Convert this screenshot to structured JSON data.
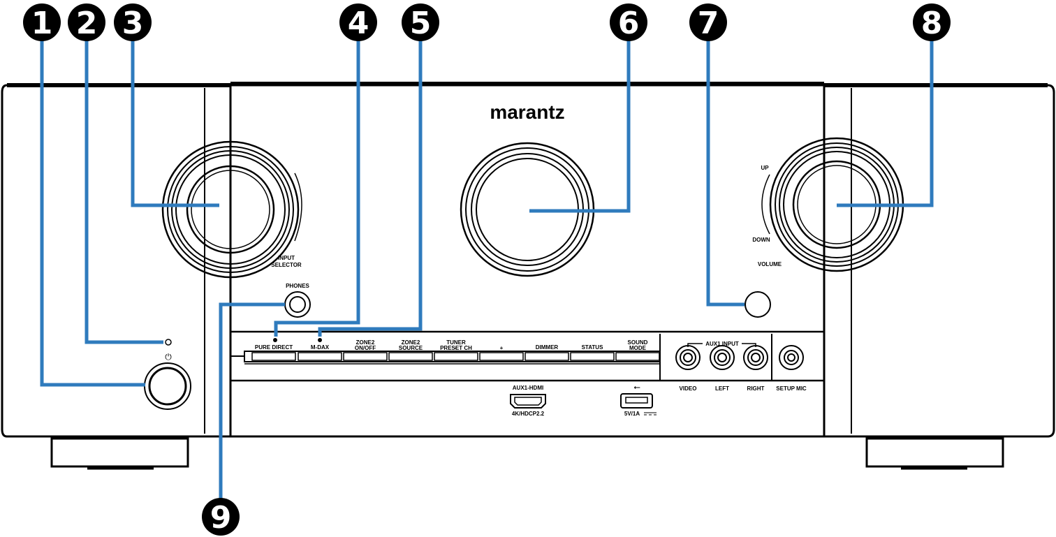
{
  "brand": "marantz",
  "labels": {
    "input_selector_1": "INPUT",
    "input_selector_2": "SELECTOR",
    "phones": "PHONES",
    "volume": "VOLUME",
    "up": "UP",
    "down": "DOWN",
    "aux1_input": "AUX1 INPUT",
    "video": "VIDEO",
    "left": "LEFT",
    "right": "RIGHT",
    "setup_mic": "SETUP MIC",
    "aux1_hdmi": "AUX1-HDMI",
    "hdcp": "4K/HDCP2.2",
    "usb_rating": "5V/1A",
    "power_symbol": "⏻"
  },
  "buttons": [
    {
      "line1": "PURE DIRECT",
      "line2": ""
    },
    {
      "line1": "M-DAX",
      "line2": ""
    },
    {
      "line1": "ZONE2",
      "line2": "ON/OFF"
    },
    {
      "line1": "ZONE2",
      "line2": "SOURCE"
    },
    {
      "line1": "TUNER",
      "line2": "PRESET CH"
    },
    {
      "line1": "",
      "line2": ""
    },
    {
      "line1": "DIMMER",
      "line2": ""
    },
    {
      "line1": "STATUS",
      "line2": ""
    },
    {
      "line1": "SOUND",
      "line2": "MODE"
    }
  ],
  "tuner_minus": "−",
  "tuner_plus": "+",
  "callouts": [
    "1",
    "2",
    "3",
    "4",
    "5",
    "6",
    "7",
    "8",
    "9"
  ],
  "colors": {
    "leader": "#2f7bbd",
    "outline": "#000000",
    "background": "#ffffff"
  }
}
